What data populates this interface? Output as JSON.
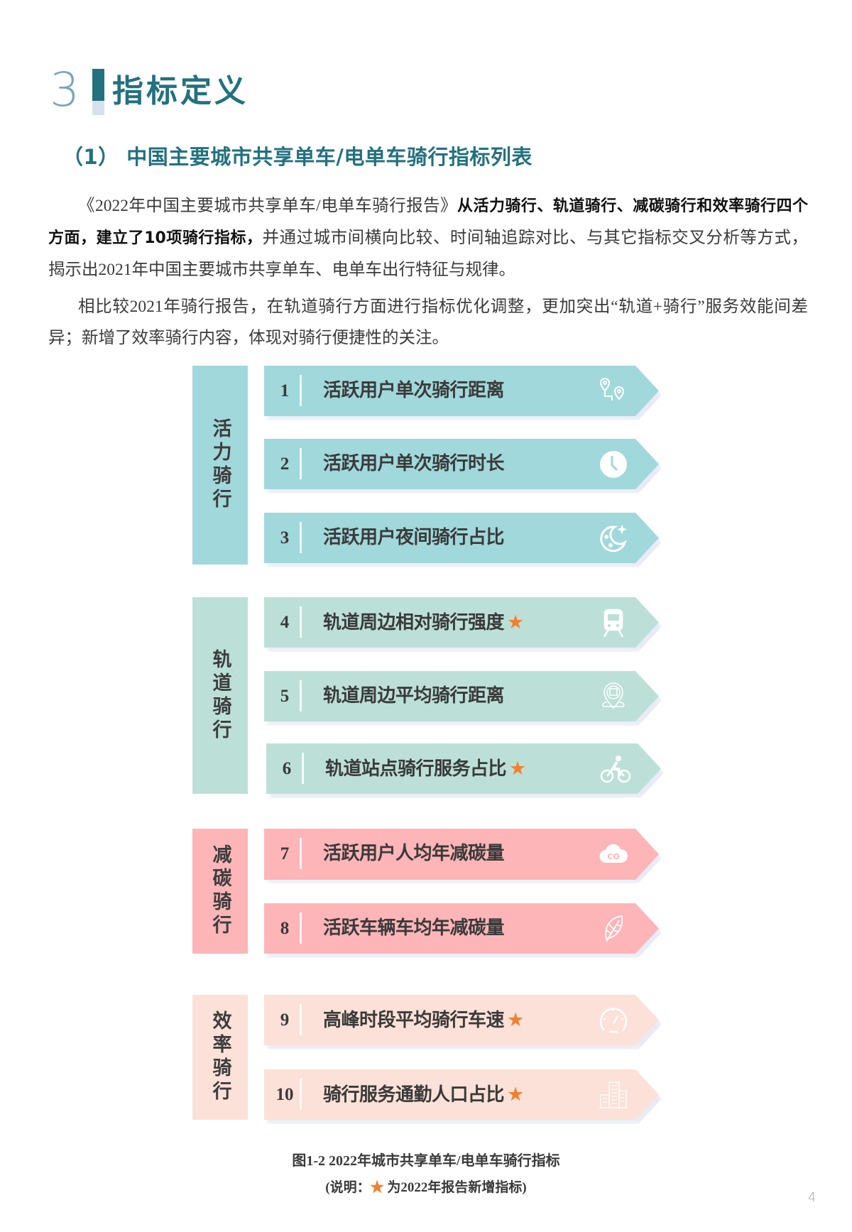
{
  "header": {
    "section_number": "3",
    "section_title": "指标定义",
    "subtitle": "（1） 中国主要城市共享单车/电单车骑行指标列表"
  },
  "paragraphs": {
    "p1_part1": "《2022年中国主要城市共享单车/电单车骑行报告》",
    "p1_bold": "从活力骑行、轨道骑行、减碳骑行和效率骑行四个方面，建立了10项骑行指标，",
    "p1_part2": "并通过城市间横向比较、时间轴追踪对比、与其它指标交叉分析等方式，揭示出2021年中国主要城市共享单车、电单车出行特征与规律。",
    "p2": "相比较2021年骑行报告，在轨道骑行方面进行指标优化调整，更加突出“轨道+骑行”服务效能间差异；新增了效率骑行内容，体现对骑行便捷性的关注。"
  },
  "colors": {
    "title": "#23717f",
    "vitality": "#a1d8db",
    "rail": "#bce0d7",
    "carbon": "#fdb5b8",
    "efficiency": "#fbe1d7",
    "new_star": "#f08030"
  },
  "groups": [
    {
      "label": "活力骑行",
      "items": [
        {
          "num": "1",
          "label": "活跃用户单次骑行距离",
          "new": false,
          "star": "",
          "icon": "route-pins-icon"
        },
        {
          "num": "2",
          "label": "活跃用户单次骑行时长",
          "new": false,
          "star": "",
          "icon": "clock-icon"
        },
        {
          "num": "3",
          "label": "活跃用户夜间骑行占比",
          "new": false,
          "star": "",
          "icon": "moon-night-icon"
        }
      ]
    },
    {
      "label": "轨道骑行",
      "items": [
        {
          "num": "4",
          "label": "轨道周边相对骑行强度",
          "new": true,
          "star": "★",
          "icon": "train-icon"
        },
        {
          "num": "5",
          "label": "轨道周边平均骑行距离",
          "new": false,
          "star": "",
          "icon": "metro-location-icon"
        },
        {
          "num": "6",
          "label": "轨道站点骑行服务占比",
          "new": true,
          "star": "★",
          "icon": "cyclist-icon"
        }
      ]
    },
    {
      "label": "减碳骑行",
      "items": [
        {
          "num": "7",
          "label": "活跃用户人均年减碳量",
          "new": false,
          "star": "",
          "icon": "co2-cloud-icon"
        },
        {
          "num": "8",
          "label": "活跃车辆车均年减碳量",
          "new": false,
          "star": "",
          "icon": "leaf-icon"
        }
      ]
    },
    {
      "label": "效率骑行",
      "items": [
        {
          "num": "9",
          "label": "高峰时段平均骑行车速",
          "new": true,
          "star": "★",
          "icon": "speedometer-icon"
        },
        {
          "num": "10",
          "label": "骑行服务通勤人口占比",
          "new": true,
          "star": "★",
          "icon": "buildings-icon"
        }
      ]
    }
  ],
  "caption": {
    "title": "图1-2 2022年城市共享单车/电单车骑行指标",
    "note_prefix": "(说明：",
    "note_star": "★",
    "note_suffix": " 为2022年报告新增指标)"
  },
  "page_number": "4"
}
